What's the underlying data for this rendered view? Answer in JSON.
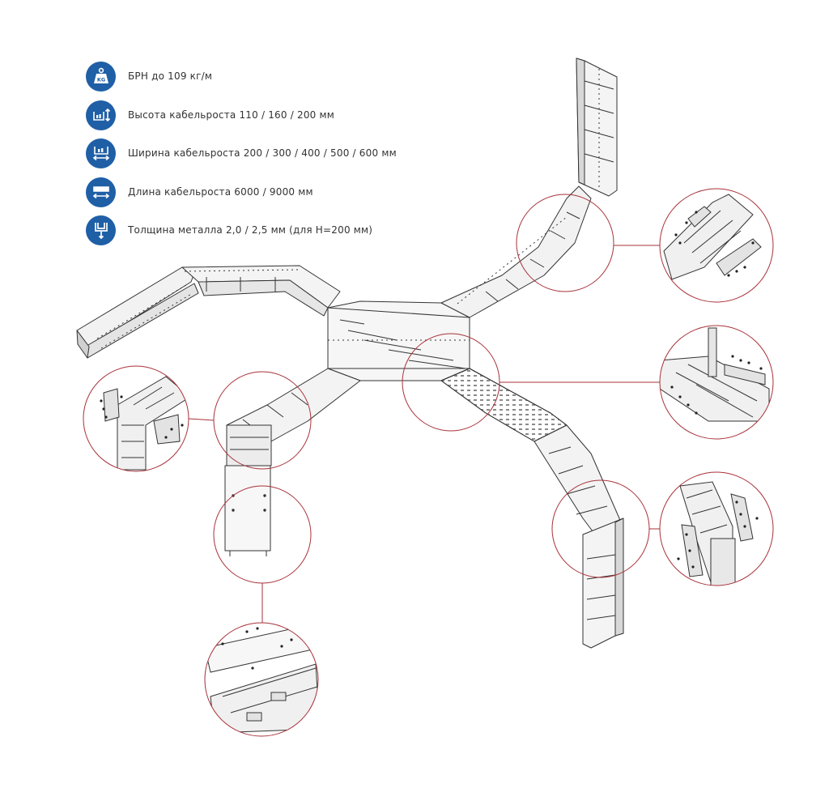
{
  "specs": [
    {
      "icon": "kg-weight-icon",
      "text": "БРН до 109 кг/м"
    },
    {
      "icon": "tray-height-icon",
      "text": "Высота кабельроста 110 / 160 / 200 мм"
    },
    {
      "icon": "tray-width-icon",
      "text": "Ширина кабельроста 200 / 300 / 400 / 500 / 600 мм"
    },
    {
      "icon": "tray-length-icon",
      "text": "Длина кабельроста 6000 / 9000 мм"
    },
    {
      "icon": "metal-thickness-icon",
      "text": "Толщина металла 2,0 / 2,5 мм (для Н=200 мм)"
    }
  ],
  "icon_labels": {
    "kg": "KG"
  },
  "colors": {
    "icon_bg": "#1f5fa6",
    "callout_line": "#a8323a",
    "drawing_line": "#333333"
  }
}
